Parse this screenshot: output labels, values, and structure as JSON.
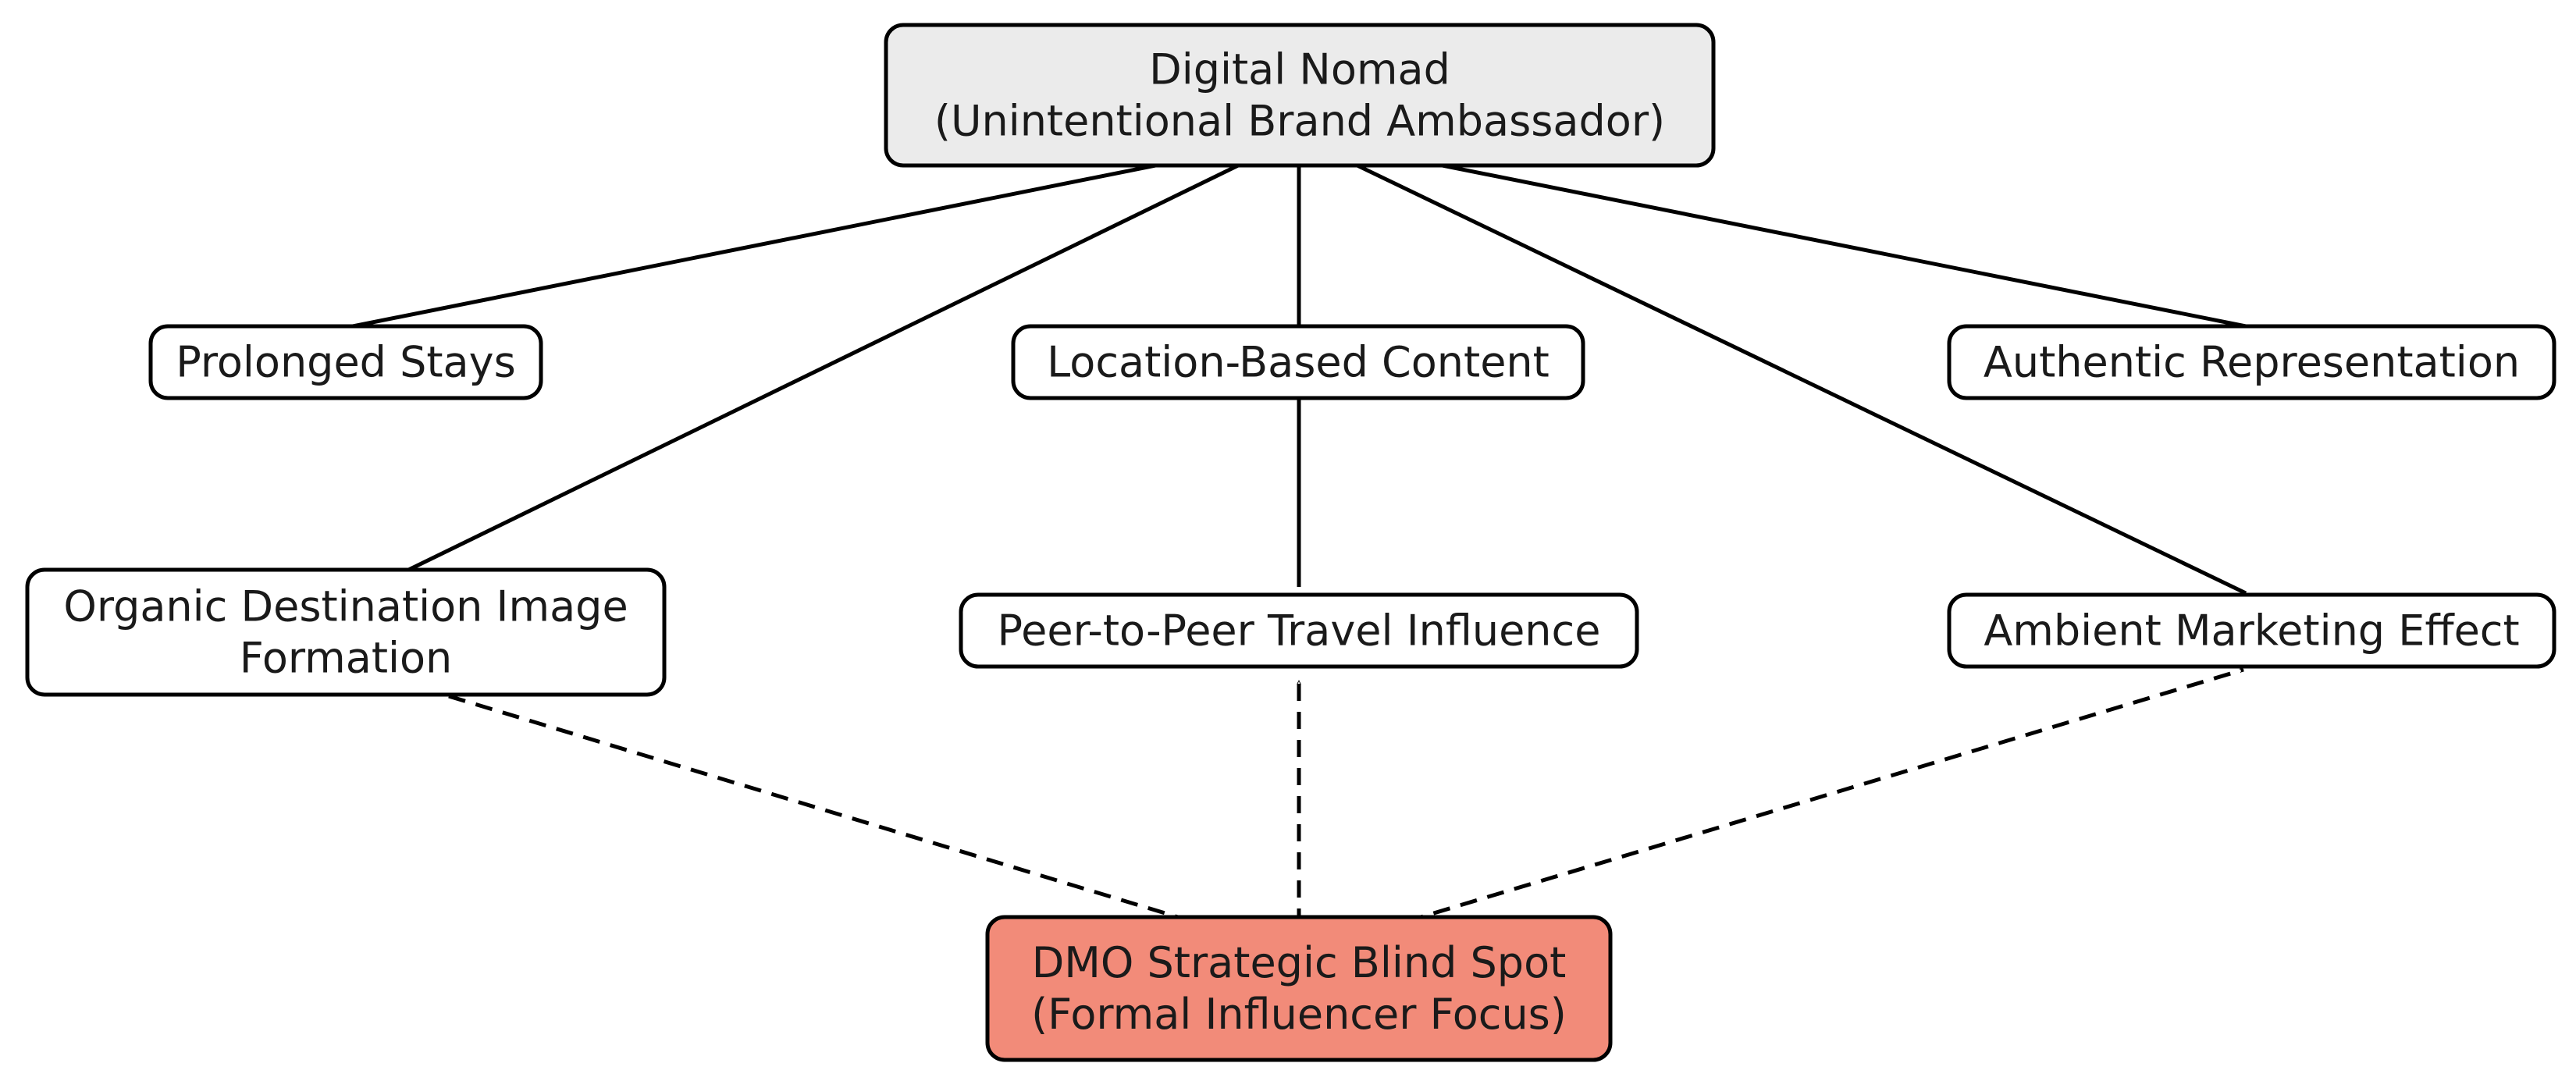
{
  "colors": {
    "hub_fill": "#ebebeb",
    "node_fill": "#ffffff",
    "blind_spot_fill": "#f28b79",
    "border": "#000000",
    "edge": "#000000"
  },
  "nodes": {
    "hub": {
      "lines": [
        "Digital Nomad",
        "(Unintentional Brand Ambassador)"
      ]
    },
    "prolonged_stays": {
      "lines": [
        "Prolonged Stays"
      ]
    },
    "location_content": {
      "lines": [
        "Location-Based Content"
      ]
    },
    "authentic": {
      "lines": [
        "Authentic Representation"
      ]
    },
    "organic": {
      "lines": [
        "Organic Destination Image",
        "Formation"
      ]
    },
    "peer": {
      "lines": [
        "Peer-to-Peer Travel Influence"
      ]
    },
    "ambient": {
      "lines": [
        "Ambient Marketing Effect"
      ]
    },
    "blind_spot": {
      "lines": [
        "DMO Strategic Blind Spot",
        "(Formal Influencer Focus)"
      ]
    }
  },
  "edges": [
    {
      "from": "prolonged_stays",
      "to": "hub",
      "style": "solid"
    },
    {
      "from": "organic",
      "to": "hub",
      "style": "solid"
    },
    {
      "from": "peer",
      "to": "hub",
      "style": "solid"
    },
    {
      "from": "ambient",
      "to": "hub",
      "style": "solid"
    },
    {
      "from": "authentic",
      "to": "hub",
      "style": "solid"
    },
    {
      "from": "blind_spot",
      "to": "organic",
      "style": "dashed"
    },
    {
      "from": "blind_spot",
      "to": "peer",
      "style": "dashed"
    },
    {
      "from": "blind_spot",
      "to": "ambient",
      "style": "dashed"
    }
  ]
}
